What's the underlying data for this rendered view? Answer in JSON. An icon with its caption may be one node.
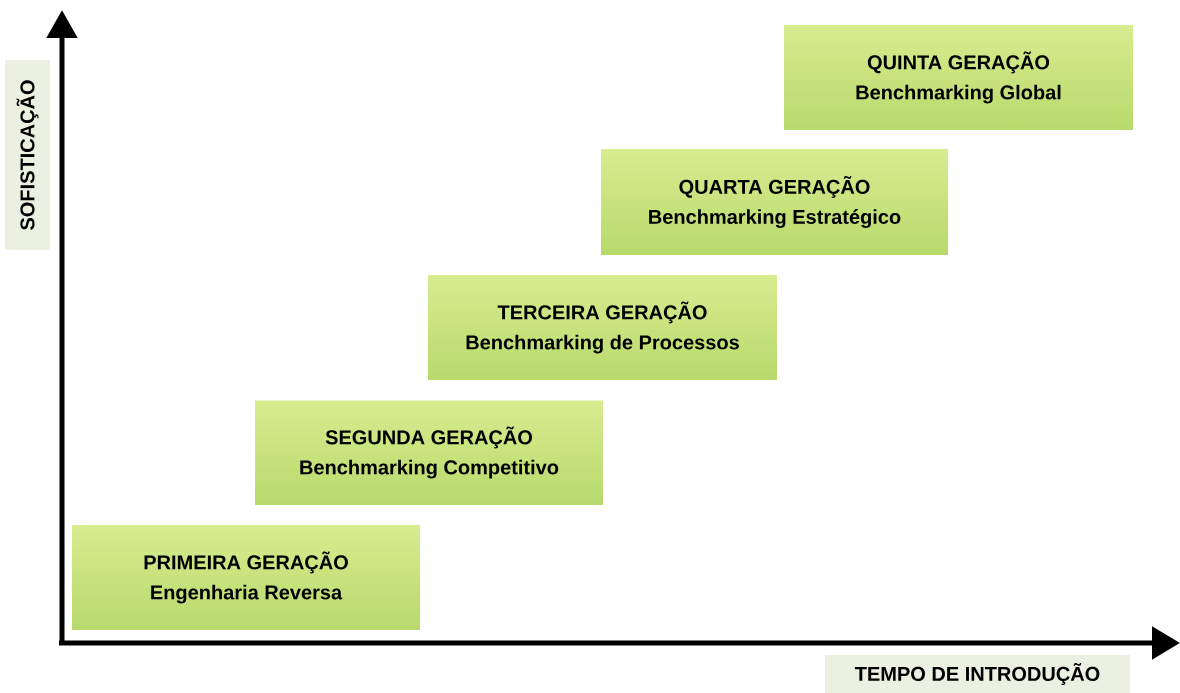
{
  "diagram": {
    "nodes": [
      {
        "text": [
          "SOFISTICAÇÃO"
        ]
      },
      {
        "text": [
          "PRIMEIRA GERAÇÃO",
          "Engenharia Reversa"
        ]
      },
      {
        "text": [
          "SEGUNDA GERAÇÃO",
          "Benchmarking Competitivo"
        ]
      },
      {
        "text": [
          "TERCEIRA GERAÇÃO",
          "Benchmarking de Processos"
        ]
      },
      {
        "text": [
          "QUARTA GERAÇÃO",
          "Benchmarking Estratégico"
        ]
      },
      {
        "text": [
          "QUINTA GERAÇÃO",
          "Benchmarking Global"
        ]
      },
      {
        "text": [
          "TEMPO DE INTRODUÇÃO"
        ]
      }
    ]
  }
}
